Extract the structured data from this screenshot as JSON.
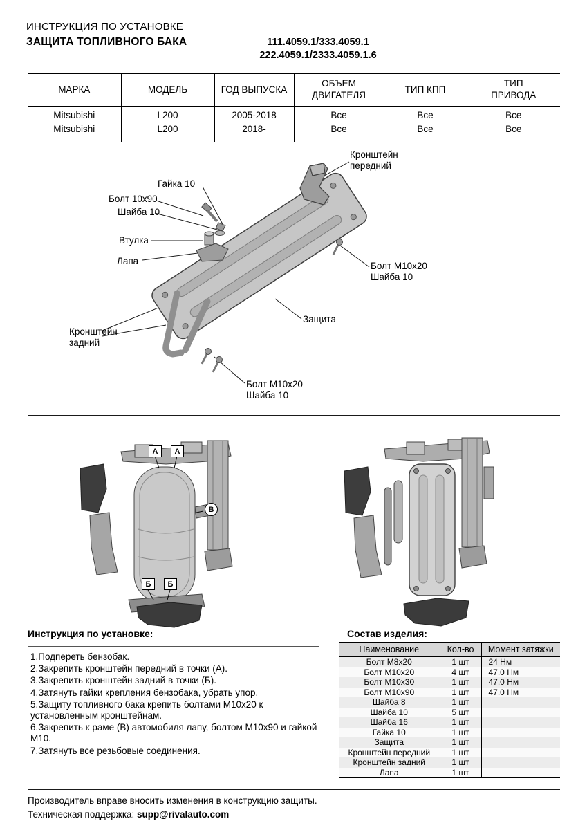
{
  "header": {
    "doc_type": "ИНСТРУКЦИЯ ПО УСТАНОВКЕ",
    "product_title": "ЗАЩИТА ТОПЛИВНОГО БАКА",
    "part_numbers_line1": "111.4059.1/333.4059.1",
    "part_numbers_line2": "222.4059.1/2333.4059.1.6"
  },
  "vehicle_table": {
    "headers": [
      "МАРКА",
      "МОДЕЛЬ",
      "ГОД ВЫПУСКА",
      "ОБЪЕМ ДВИГАТЕЛЯ",
      "ТИП КПП",
      "ТИП ПРИВОДА"
    ],
    "rows": [
      [
        "Mitsubishi",
        "L200",
        "2005-2018",
        "Все",
        "Все",
        "Все"
      ],
      [
        "Mitsubishi",
        "L200",
        "2018-",
        "Все",
        "Все",
        "Все"
      ]
    ]
  },
  "diagram": {
    "labels": {
      "front_bracket": "Кронштейн передний",
      "nut_10": "Гайка 10",
      "bolt_10x90": "Болт 10х90",
      "washer_10_top": "Шайба 10",
      "bushing": "Втулка",
      "paw": "Лапа",
      "bolt_m10x20_right": "Болт М10х20",
      "washer_10_right": "Шайба 10",
      "protection": "Защита",
      "rear_bracket": "Кронштейн задний",
      "bolt_m10x20_bottom": "Болт М10х20",
      "washer_10_bottom": "Шайба 10"
    },
    "markers": {
      "front_point": "А",
      "frame_point": "В",
      "rear_point": "Б"
    }
  },
  "instructions": {
    "title": "Инструкция по установке:",
    "items": [
      "1.Подпереть бензобак.",
      "2.Закрепить кронштейн передний в точки (А).",
      "3.Закрепить кронштейн задний в точки (Б).",
      "4.Затянуть гайки крепления бензобака, убрать упор.",
      "5.Защиту топливного бака крепить болтами М10х20 к установленным кронштейнам.",
      "6.Закрепить к раме (В) автомобиля лапу, болтом М10х90 и гайкой М10.",
      "7.Затянуть все резьбовые соединения."
    ]
  },
  "parts": {
    "title": "Состав изделия:",
    "headers": [
      "Наименование",
      "Кол-во",
      "Момент затяжки"
    ],
    "rows": [
      [
        "Болт М8х20",
        "1 шт",
        "24 Нм"
      ],
      [
        "Болт М10х20",
        "4 шт",
        "47.0 Нм"
      ],
      [
        "Болт М10х30",
        "1 шт",
        "47.0 Нм"
      ],
      [
        "Болт М10х90",
        "1 шт",
        "47.0 Нм"
      ],
      [
        "Шайба 8",
        "1 шт",
        ""
      ],
      [
        "Шайба 10",
        "5 шт",
        ""
      ],
      [
        "Шайба 16",
        "1 шт",
        ""
      ],
      [
        "Гайка 10",
        "1 шт",
        ""
      ],
      [
        "Защита",
        "1 шт",
        ""
      ],
      [
        "Кронштейн передний",
        "1 шт",
        ""
      ],
      [
        "Кронштейн задний",
        "1 шт",
        ""
      ],
      [
        "Лапа",
        "1 шт",
        ""
      ]
    ]
  },
  "footer": {
    "note": "Производитель вправе вносить изменения в конструкцию защиты.",
    "support_label": "Техническая поддержка: ",
    "support_email": "supp@rivalauto.com"
  }
}
